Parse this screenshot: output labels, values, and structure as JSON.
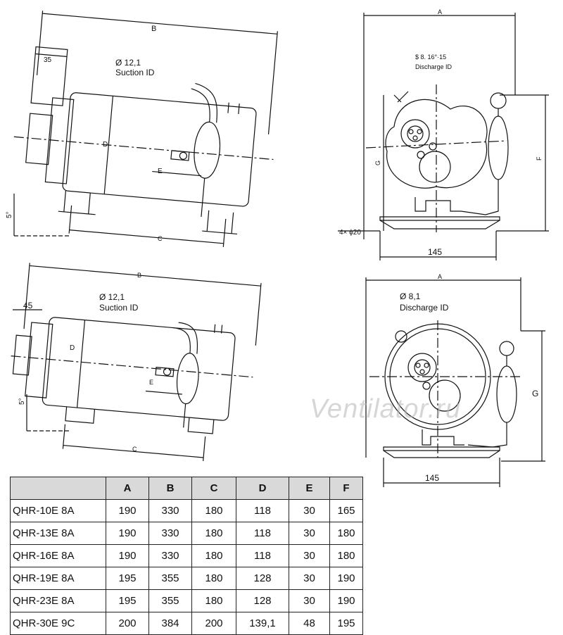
{
  "view1": {
    "dim_b": "B",
    "dim_35": "35",
    "suction_size": "Ø 12,1",
    "suction_label": "Suction ID",
    "dim_d": "D",
    "dim_e": "E",
    "dim_c": "C",
    "angle": "5°"
  },
  "view2": {
    "dim_a": "A",
    "discharge_size": "$ 8. 16°·15",
    "discharge_label": "Discharge ID",
    "dim_g": "G",
    "dim_f": "F",
    "holes": "4× ϕ20",
    "dim_145": "145"
  },
  "view3": {
    "dim_b": "B",
    "dim_45": "45",
    "suction_size": "Ø 12,1",
    "suction_label": "Suction ID",
    "dim_d": "D",
    "dim_e": "E",
    "dim_c": "C",
    "angle": "5°"
  },
  "view4": {
    "dim_a": "A",
    "discharge_size": "Ø 8,1",
    "discharge_label": "Discharge ID",
    "dim_g": "G",
    "dim_145": "145"
  },
  "watermark": "Ventilator.ru",
  "table": {
    "headers": [
      "",
      "A",
      "B",
      "C",
      "D",
      "E",
      "F"
    ],
    "rows": [
      [
        "QHR-10E 8A",
        "190",
        "330",
        "180",
        "118",
        "30",
        "165"
      ],
      [
        "QHR-13E 8A",
        "190",
        "330",
        "180",
        "118",
        "30",
        "180"
      ],
      [
        "QHR-16E 8A",
        "190",
        "330",
        "180",
        "118",
        "30",
        "180"
      ],
      [
        "QHR-19E 8A",
        "195",
        "355",
        "180",
        "128",
        "30",
        "190"
      ],
      [
        "QHR-23E 8A",
        "195",
        "355",
        "180",
        "128",
        "30",
        "190"
      ],
      [
        "QHR-30E 9C",
        "200",
        "384",
        "200",
        "139,1",
        "48",
        "195"
      ]
    ]
  }
}
